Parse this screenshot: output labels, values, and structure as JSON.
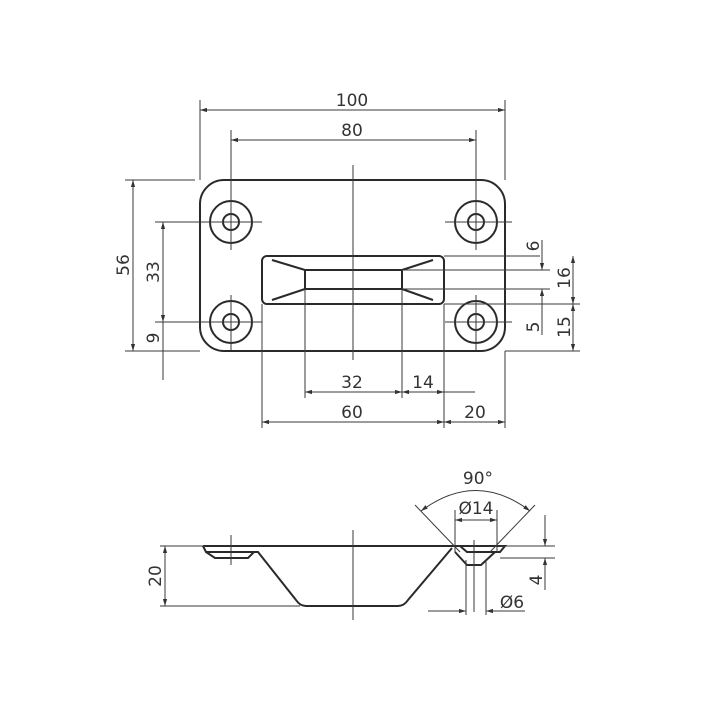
{
  "top_view": {
    "width_total": "100",
    "hole_spacing_x": "80",
    "height_total": "56",
    "hole_spacing_y": "33",
    "hole_offset_bottom": "9",
    "slot_top_offset": "6",
    "slot_height": "16",
    "slot_inner_offset": "5",
    "slot_bottom_offset": "15",
    "slot_inner_width": "32",
    "slot_inner_right": "14",
    "slot_width": "60",
    "slot_right_margin": "20"
  },
  "side_view": {
    "depth": "20",
    "countersink_angle": "90°",
    "countersink_diameter": "Ø14",
    "hole_diameter": "Ø6",
    "countersink_depth": "4"
  }
}
